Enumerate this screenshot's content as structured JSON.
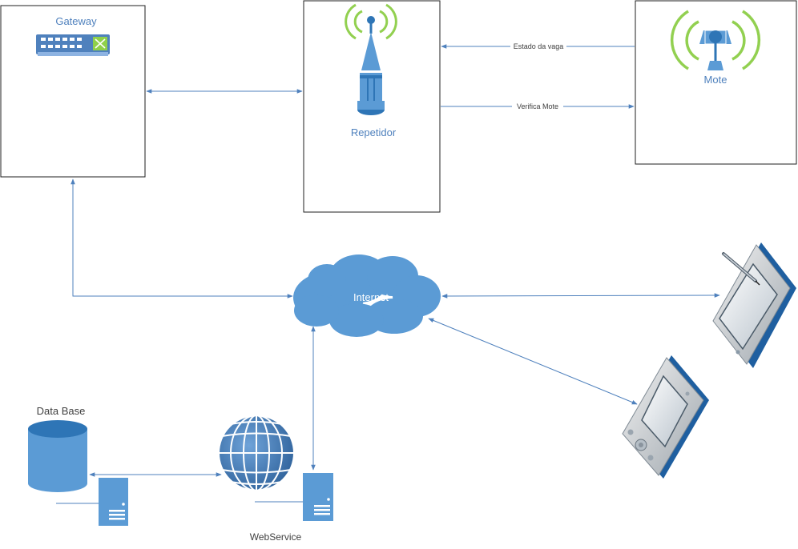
{
  "nodes": {
    "gateway": {
      "label": "Gateway",
      "icon": "network-switch-icon"
    },
    "repetidor": {
      "label": "Repetidor",
      "icon": "radio-tower-icon"
    },
    "mote": {
      "label": "Mote",
      "icon": "wireless-sensor-icon"
    },
    "internet": {
      "label": "Internet",
      "icon": "cloud-icon"
    },
    "database": {
      "label": "Data Base",
      "icon": "database-cylinder-icon"
    },
    "webservice": {
      "label": "WebService",
      "icon": "globe-icon"
    },
    "tablet": {
      "icon": "tablet-pc-icon"
    },
    "pda": {
      "icon": "pda-icon"
    }
  },
  "edges": {
    "mote_to_repetidor": {
      "label": "Estado da vaga"
    },
    "repetidor_to_mote": {
      "label": "Verifica Mote"
    }
  },
  "colors": {
    "accent": "#4f81bd",
    "device": "#5b9bd5",
    "signal": "#92d050"
  }
}
